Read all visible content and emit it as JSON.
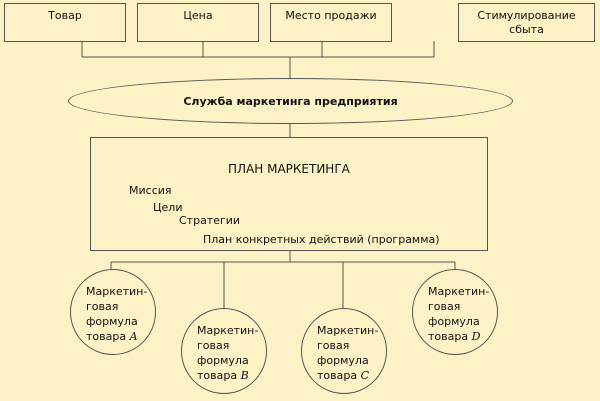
{
  "top_boxes": [
    "Товар",
    "Цена",
    "Место продажи",
    "Стимулирование сбыта"
  ],
  "service": "Служба маркетинга предприятия",
  "plan": {
    "title": "ПЛАН МАРКЕТИНГА",
    "items": [
      "Миссия",
      "Цели",
      "Стратегии",
      "План конкретных действий (программа)"
    ]
  },
  "formulas": [
    {
      "l1": "Маркетин-",
      "l2": "говая",
      "l3": "формула",
      "l4": "товара",
      "letter": "A"
    },
    {
      "l1": "Маркетин-",
      "l2": "говая",
      "l3": "формула",
      "l4": "товара",
      "letter": "B"
    },
    {
      "l1": "Маркетин-",
      "l2": "говая",
      "l3": "формула",
      "l4": "товара",
      "letter": "C"
    },
    {
      "l1": "Маркетин-",
      "l2": "говая",
      "l3": "формула",
      "l4": "товара",
      "letter": "D"
    }
  ]
}
